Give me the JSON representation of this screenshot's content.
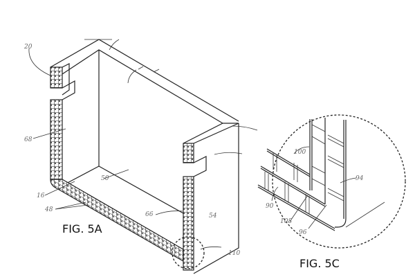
{
  "figures": [
    {
      "id": "fig5a",
      "caption": "FIG. 5A"
    },
    {
      "id": "fig5c",
      "caption": "FIG. 5C"
    }
  ],
  "reference_numerals": {
    "fig5a": [
      "20",
      "68",
      "16",
      "48",
      "50",
      "66",
      "54",
      "110"
    ],
    "fig5c": [
      "100",
      "94",
      "90",
      "108",
      "96"
    ]
  },
  "labels": {
    "r20": "20",
    "r68": "68",
    "r16": "16",
    "r48": "48",
    "r50": "50",
    "r66": "66",
    "r54": "54",
    "r110": "110",
    "r100": "100",
    "r94": "94",
    "r90": "90",
    "r108": "108",
    "r96": "96"
  },
  "colors": {
    "line": "#222222",
    "numeral": "#666666",
    "background": "#ffffff"
  }
}
